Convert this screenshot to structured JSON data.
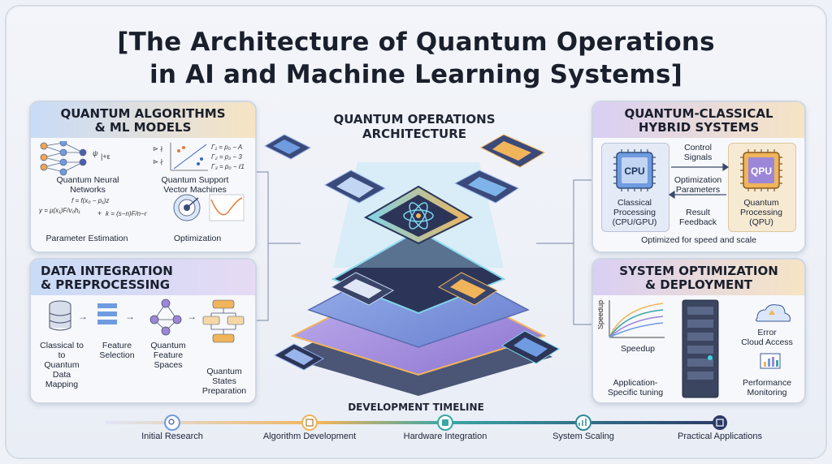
{
  "title_line1": "[The Architecture of Quantum Operations",
  "title_line2": "in AI and Machine Learning Systems]",
  "center": {
    "line1": "QUANTUM OPERATIONS",
    "line2": "ARCHITECTURE"
  },
  "panel_algorithms": {
    "heading1": "QUANTUM ALGORITHMS",
    "heading2": "& ML MODELS",
    "items": [
      "Quantum Neural\nNetworks",
      "Quantum Support\nVector Machines",
      "Parameter Estimation",
      "Optimization"
    ]
  },
  "panel_data": {
    "heading1": "DATA INTEGRATION",
    "heading2": "& PREPROCESSING",
    "items": [
      "Classical to\nto\nQuantum\nData\nMapping",
      "Feature\nSelection",
      "Quantum\nFeature\nSpaces",
      "Quantum\nStates\nPreparation"
    ]
  },
  "panel_hybrid": {
    "heading1": "QUANTUM-CLASSICAL",
    "heading2": "HYBRID SYSTEMS",
    "cpu": "CPU",
    "qpu": "QPU",
    "classical": "Classical\nProcessing\n(CPU/GPU)",
    "quantum": "Quantum\nProcessing\n(QPU)",
    "control": "Control\nSignals",
    "optimization": "Optimization\nParameters",
    "result": "Result\nFeedback",
    "footer": "Optimized for speed and scale"
  },
  "panel_deploy": {
    "heading1": "SYSTEM OPTIMIZATION",
    "heading2": "& DEPLOYMENT",
    "speedup_axis": "Speedup",
    "speedup": "Speedup",
    "app_tuning": "Application-\nSpecific tuning",
    "cloud": "Error\nCloud Access",
    "monitoring": "Performance\nMonitoring"
  },
  "timeline": {
    "heading": "DEVELOPMENT TIMELINE",
    "stages": [
      "Initial Research",
      "Algorithm Development",
      "Hardware Integration",
      "System Scaling",
      "Practical Applications"
    ]
  },
  "colors": {
    "orange": "#f0b45a",
    "blue": "#6f9be0",
    "purple": "#9c86d8",
    "teal": "#3aa6a6",
    "navy": "#2b3a67"
  },
  "icons": [
    "neural-net-icon",
    "svm-plot-icon",
    "target-icon",
    "optimization-curve-icon",
    "database-icon",
    "feature-list-icon",
    "network-icon",
    "flowchart-icon",
    "cpu-icon",
    "qpu-icon",
    "server-rack-icon",
    "cloud-icon",
    "monitor-chart-icon",
    "search-icon",
    "atom-icon"
  ]
}
